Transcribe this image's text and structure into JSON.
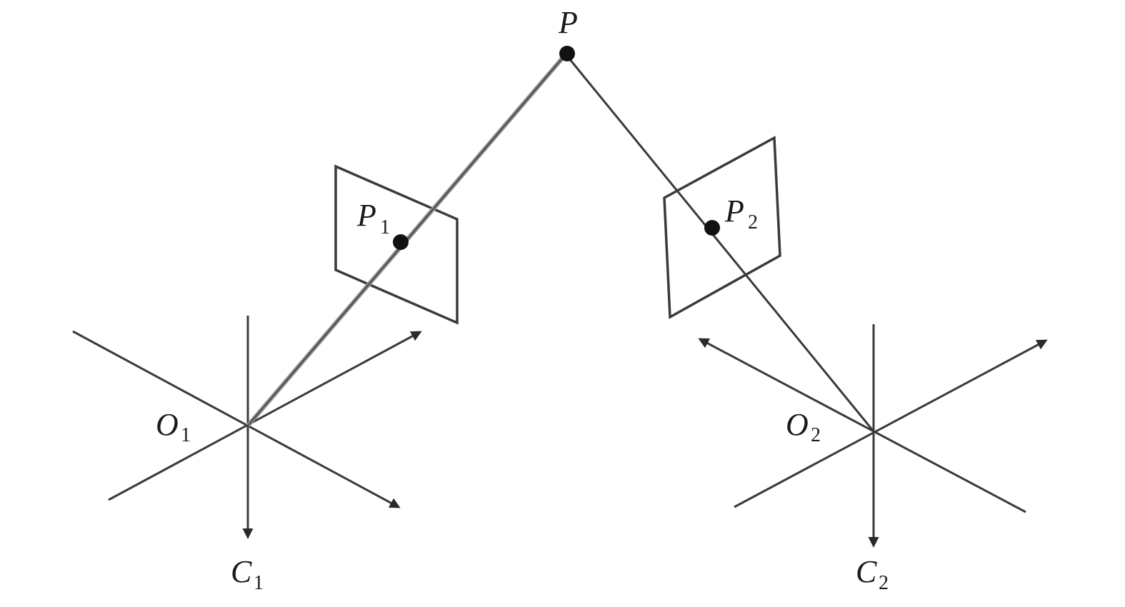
{
  "labels": {
    "P": "P",
    "P1_main": "P",
    "P1_sub": "1",
    "P2_main": "P",
    "P2_sub": "2",
    "O1_main": "O",
    "O1_sub": "1",
    "O2_main": "O",
    "O2_sub": "2",
    "C1_main": "C",
    "C1_sub": "1",
    "C2_main": "C",
    "C2_sub": "2"
  },
  "colors": {
    "line": "#3a3a3a",
    "ray_halo": "#8f8f8f",
    "point": "#111111",
    "background": "#ffffff"
  }
}
